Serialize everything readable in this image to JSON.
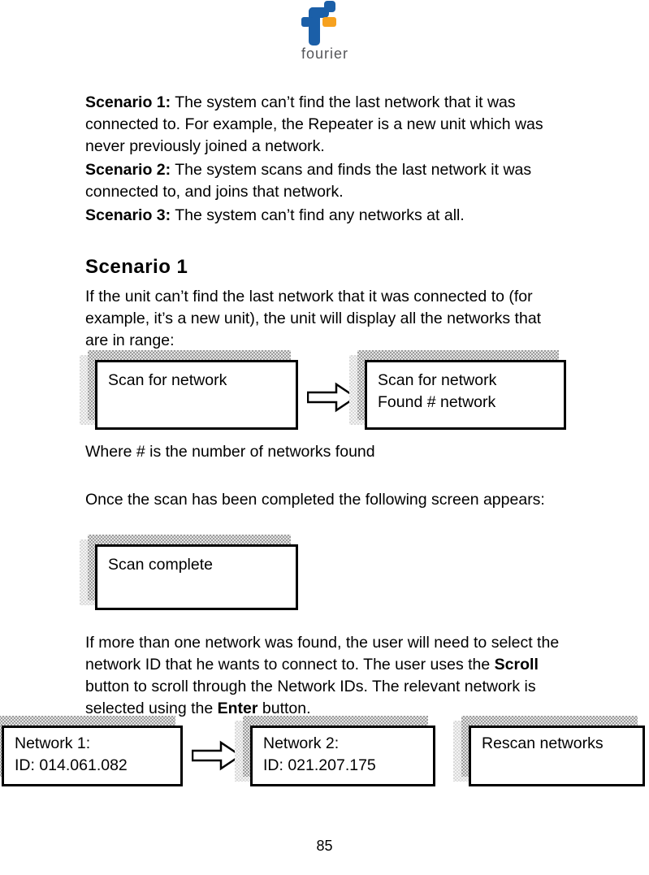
{
  "logo": {
    "brand": "fourier",
    "blue_hex": "#1b5fa8",
    "orange_hex": "#f6a11f"
  },
  "intro": [
    {
      "bold": "Scenario 1:",
      "text": " The system can’t find the last network that it was connected to. For example, the Repeater is a new unit which was never previously joined a network."
    },
    {
      "bold": "Scenario 2:",
      "text": " The system scans and finds the last network it was connected to, and joins that network."
    },
    {
      "bold": "Scenario 3:",
      "text": " The system can’t find any networks at all."
    }
  ],
  "section": {
    "title": "Scenario 1",
    "body": "If the unit can’t find the last network that it was connected to (for example, it’s a new unit), the unit will display all the networks that are in range:"
  },
  "scan_diagram": {
    "box1_line1": "Scan for network",
    "box2_line1": "Scan for network",
    "box2_line2": "Found # network",
    "caption": "Where # is the number of networks found"
  },
  "scan_note": "Once the scan has been completed the following screen appears:",
  "scan_complete_box": "Scan complete",
  "select_note": {
    "t1": "If more than one network was found, the user will need to select the network ID that he wants to connect to. The user uses the ",
    "b1": "Scroll",
    "t2": " button to scroll through the Network IDs. The relevant network is selected using the ",
    "b2": "Enter",
    "t3": " button."
  },
  "network_diagram": {
    "box1_line1": "Network 1:",
    "box1_line2": "ID: 014.061.082",
    "box2_line1": "Network 2:",
    "box2_line2": "ID: 021.207.175",
    "box3_line1": "Rescan networks"
  },
  "page_number": "85"
}
